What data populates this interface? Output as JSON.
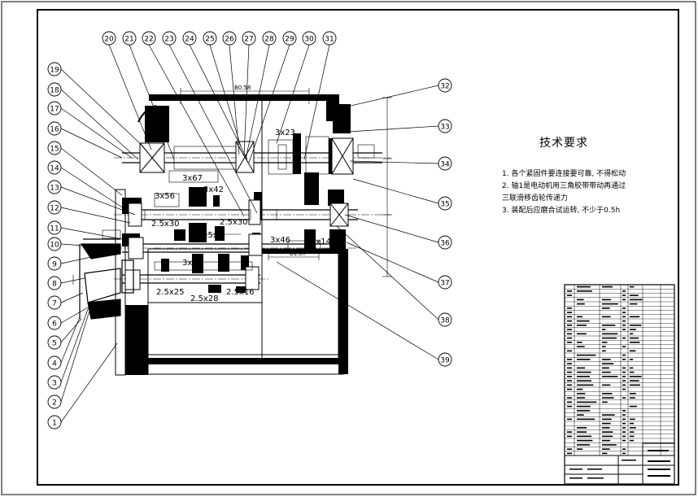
{
  "technical_requirements": {
    "title": "技术要求",
    "items": [
      "1. 各个紧固件要连接要可靠, 不得松动",
      "2. 轴1是电动机用三角胶带带动再通过",
      "三联滑移齿轮传递力",
      "3. 装配后应磨合试运转, 不少于0.5h"
    ]
  },
  "balloons": {
    "top_row": [
      "20",
      "21",
      "22",
      "23",
      "24",
      "25",
      "26",
      "27",
      "28",
      "29",
      "30",
      "31"
    ],
    "left_column": [
      "19",
      "18",
      "17",
      "16",
      "15",
      "14",
      "13",
      "12",
      "11",
      "10",
      "9",
      "8",
      "7",
      "6",
      "5",
      "4",
      "3",
      "2",
      "1"
    ],
    "right_column": [
      "32",
      "33",
      "34",
      "35",
      "36",
      "37",
      "38",
      "39"
    ]
  },
  "gear_labels": {
    "g_3x23": "3x23",
    "g_3x67": "3x67",
    "g_3x56": "3x56",
    "g_3x42": "3x42",
    "g_25x30a": "2.5x30",
    "g_25x30b": "2.5x30",
    "g_25x4": "2.5x4",
    "g_3x17": "3x17",
    "g_3x46": "3x46",
    "g_3x14": "3x14",
    "g_25x25": "2.5x25",
    "g_25x28": "2.5x28",
    "g_25x16": "2.5x16"
  },
  "dimensions": {
    "top_width": "B0.58",
    "lower_width": "B1.87"
  }
}
